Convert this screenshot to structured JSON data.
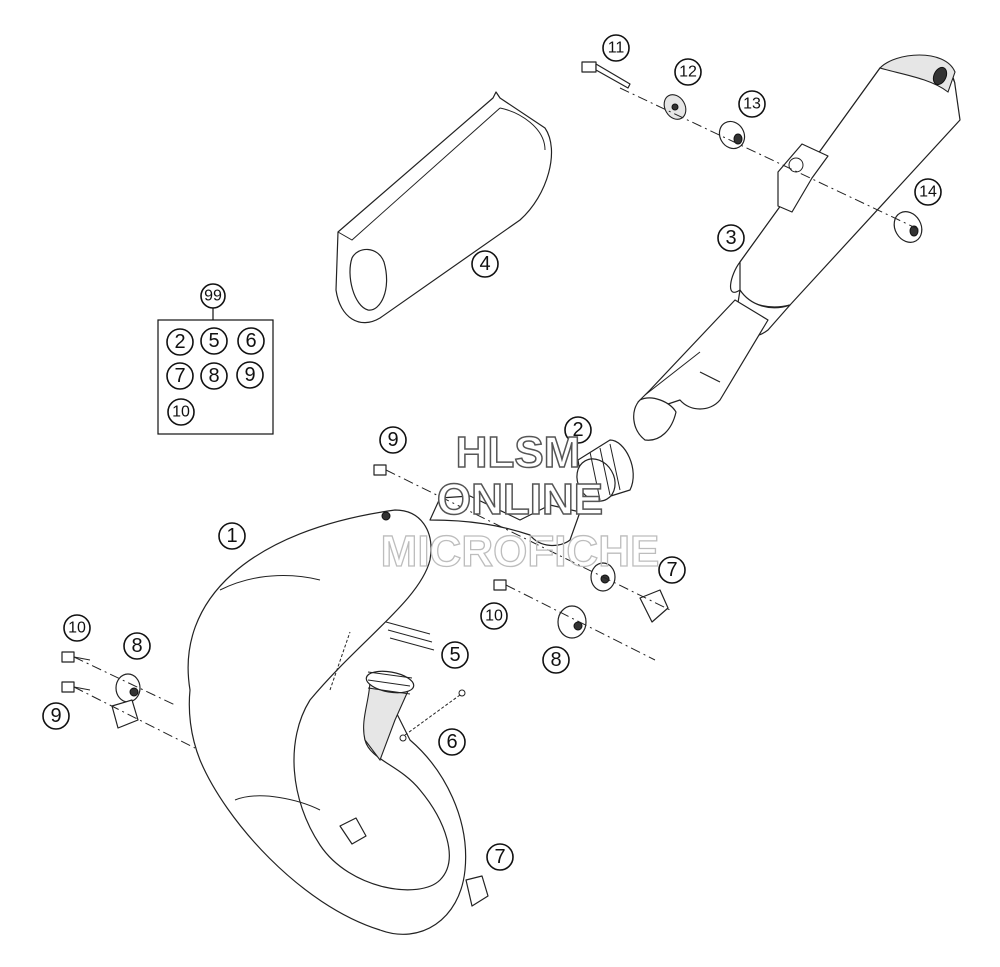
{
  "watermark": {
    "line1": "HLSM",
    "line2": "ONLINE",
    "line3": "MICROFICHE"
  },
  "kit": {
    "label": "99",
    "items": [
      "2",
      "5",
      "6",
      "7",
      "8",
      "9",
      "10"
    ]
  },
  "callouts": {
    "c1": "1",
    "c2": "2",
    "c3": "3",
    "c4": "4",
    "c5": "5",
    "c6": "6",
    "c7a": "7",
    "c7b": "7",
    "c8a": "8",
    "c8b": "8",
    "c9a": "9",
    "c9b": "9",
    "c10a": "10",
    "c10b": "10",
    "c11": "11",
    "c12": "12",
    "c13": "13",
    "c14": "14"
  }
}
